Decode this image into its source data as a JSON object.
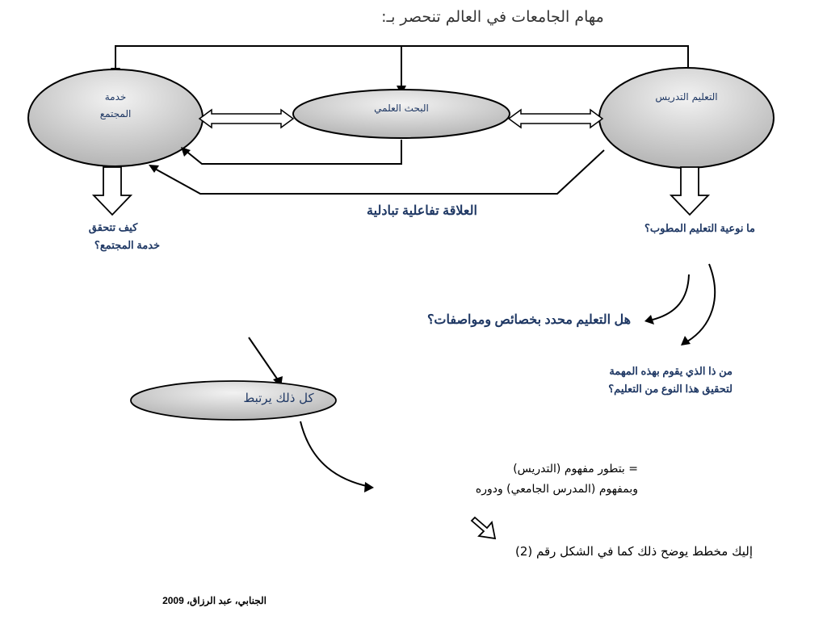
{
  "title": "مهام الجامعات في العالم تنحصر بـ:",
  "nodes": {
    "teaching": "التعليم التدريس",
    "research": "البحث العلمي",
    "service_line1": "خدمة",
    "service_line2": "المجتمع",
    "connector": "كل ذلك يرتبط"
  },
  "texts": {
    "relation": "العلاقة تفاعلية تبادلية",
    "q_teaching_type": "ما نوعية التعليم المطوب؟",
    "q_service_line1": "كيف تتحقق",
    "q_service_line2": "خدمة المجتمع؟",
    "q_specs": "هل التعليم محدد بخصائص ومواصفات؟",
    "q_who_line1": "من ذا الذي يقوم  بهذه المهمة",
    "q_who_line2": "لتحقيق هذا النوع من التعليم؟",
    "concept_line1": "= بتطور  مفهوم (التدريس)",
    "concept_line2": "وبمفهوم (المدرس الجامعي) ودوره",
    "figure_ref": "إليك مخطط يوضح ذلك كما في الشكل رقم (2)",
    "citation": "الجنابي، عبد الرزاق، 2009"
  },
  "colors": {
    "ellipse_fill": "#c8c8c8",
    "text": "#1f3864",
    "line": "#000000"
  }
}
